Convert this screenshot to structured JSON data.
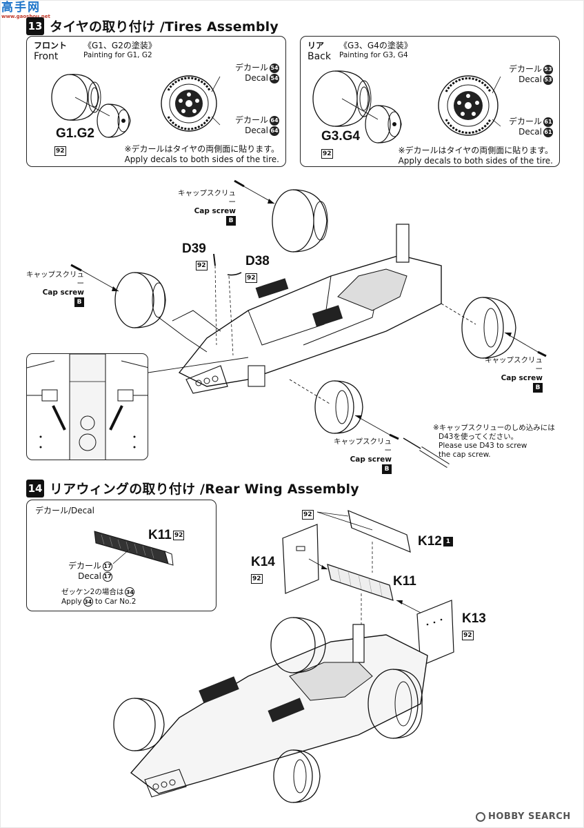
{
  "watermark_top": {
    "brand": "高手网",
    "url": "www.gaoshou.net"
  },
  "watermark_bottom": {
    "logo_text": "HOBBY SEARCH"
  },
  "step13": {
    "number": "13",
    "title": "タイヤの取り付け /Tires Assembly",
    "front": {
      "label_jp": "フロント",
      "label_en": "Front",
      "paint_jp": "《G1、G2の塗装》",
      "paint_en": "Painting for G1, G2",
      "decal1_jp": "デカール",
      "decal1_en": "Decal",
      "decal1_num": "54",
      "decal2_jp": "デカール",
      "decal2_en": "Decal",
      "decal2_num": "64",
      "part_name": "G1.G2",
      "part_tag": "92",
      "note_jp": "※デカールはタイヤの両側面に貼ります。",
      "note_en": "Apply decals to both sides of the tire."
    },
    "back": {
      "label_jp": "リア",
      "label_en": "Back",
      "paint_jp": "《G3、G4の塗装》",
      "paint_en": "Painting for G3, G4",
      "decal1_jp": "デカール",
      "decal1_en": "Decal",
      "decal1_num": "53",
      "decal2_jp": "デカール",
      "decal2_en": "Decal",
      "decal2_num": "61",
      "part_name": "G3.G4",
      "part_tag": "92",
      "note_jp": "※デカールはタイヤの両側面に貼ります。",
      "note_en": "Apply decals to both sides of the tire."
    },
    "cap_screw_jp": "キャップスクリュー",
    "cap_screw_en": "Cap screw",
    "cap_screw_tag": "B",
    "d39": {
      "name": "D39",
      "tag": "92"
    },
    "d38": {
      "name": "D38",
      "tag": "92"
    },
    "screw_note": {
      "jp1": "※キャップスクリューのしめ込みには",
      "jp2": "D43を使ってください。",
      "en1": "Please use D43 to screw",
      "en2": "the cap screw."
    }
  },
  "step14": {
    "number": "14",
    "title": "リアウィングの取り付け /Rear Wing Assembly",
    "decal_box": {
      "heading": "デカール/Decal",
      "part_name": "K11",
      "part_tag": "92",
      "decal_jp": "デカール",
      "decal_en": "Decal",
      "decal_num": "17",
      "car2_jp": "ゼッケン2の場合は",
      "car2_num": "34",
      "car2_en_prefix": "Apply",
      "car2_en_suffix": "to Car No.2"
    },
    "top_tag": "92",
    "k12": {
      "name": "K12",
      "tag": "1"
    },
    "k14": {
      "name": "K14",
      "tag": "92"
    },
    "k11": {
      "name": "K11"
    },
    "k13": {
      "name": "K13",
      "tag": "92"
    }
  }
}
